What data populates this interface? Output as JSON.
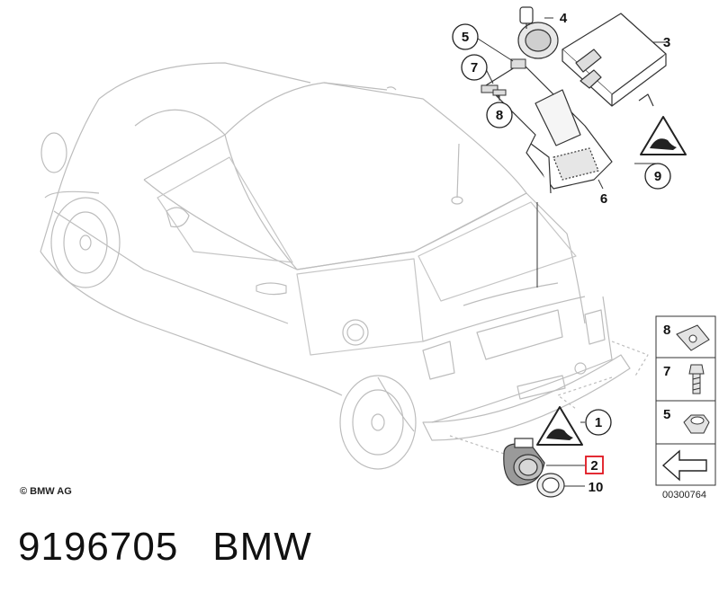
{
  "callouts": {
    "c1": "1",
    "c2": "2",
    "c3": "3",
    "c4": "4",
    "c5": "5",
    "c6": "6",
    "c7": "7",
    "c8": "8",
    "c9": "9",
    "c10": "10"
  },
  "legend": {
    "l8": "8",
    "l7": "7",
    "l5": "5"
  },
  "copyright": "© BMW AG",
  "diagram_code": "00300764",
  "title": {
    "part_number": "9196705",
    "brand": "BMW"
  },
  "colors": {
    "highlight": "#e0141e",
    "line": "#555555",
    "car_stroke": "#b8b8b8"
  }
}
